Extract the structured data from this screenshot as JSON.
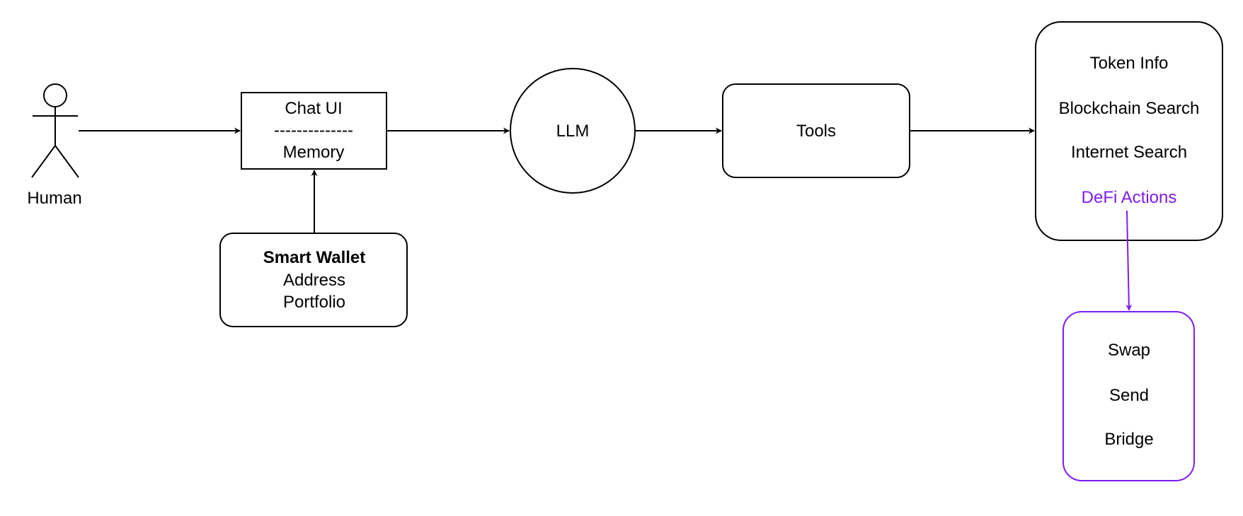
{
  "colors": {
    "stroke": "#000000",
    "accent": "#7f1cf2",
    "background": "#ffffff"
  },
  "nodes": {
    "human": {
      "label": "Human",
      "icon": "person-icon"
    },
    "chat_ui": {
      "title": "Chat UI",
      "divider": "--------------",
      "subtitle": "Memory"
    },
    "llm": {
      "label": "LLM"
    },
    "tools": {
      "label": "Tools"
    },
    "tool_list": {
      "items": [
        "Token Info",
        "Blockchain Search",
        "Internet Search"
      ],
      "highlight_item": "DeFi Actions"
    },
    "smart_wallet": {
      "title": "Smart Wallet",
      "lines": [
        "Address",
        "Portfolio"
      ]
    },
    "defi_actions": {
      "items": [
        "Swap",
        "Send",
        "Bridge"
      ]
    }
  },
  "edges": [
    {
      "from": "human",
      "to": "chat_ui"
    },
    {
      "from": "smart_wallet",
      "to": "chat_ui"
    },
    {
      "from": "chat_ui",
      "to": "llm"
    },
    {
      "from": "llm",
      "to": "tools"
    },
    {
      "from": "tools",
      "to": "tool_list"
    },
    {
      "from": "tool_list",
      "to": "defi_actions"
    }
  ]
}
